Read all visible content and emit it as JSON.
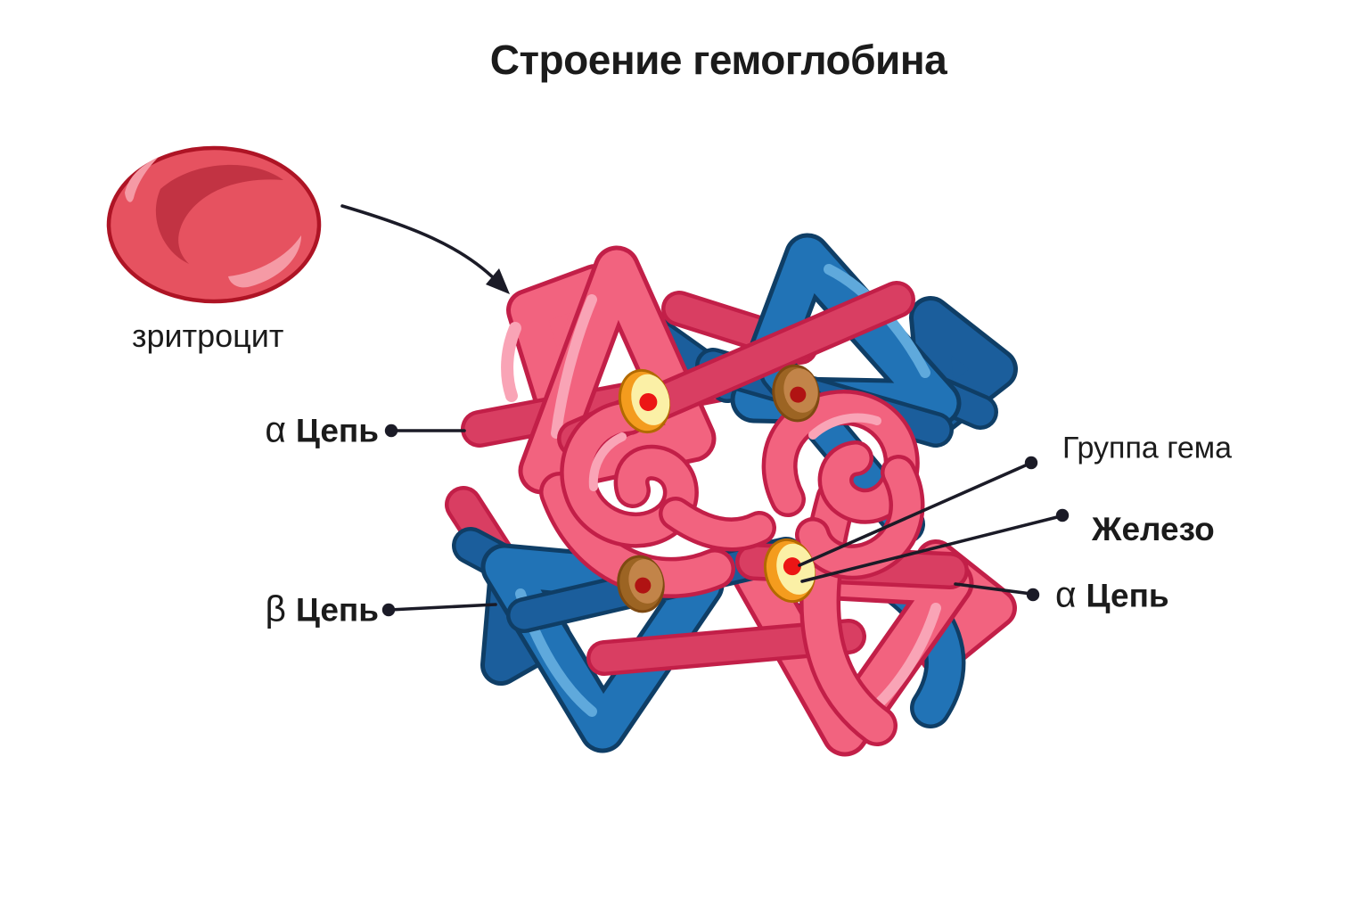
{
  "title": "Строение гемоглобина",
  "erythrocyte_label": "зритроцит",
  "labels": {
    "alpha_left_symbol": "α",
    "alpha_left_text": "Цепь",
    "beta_left_symbol": "β",
    "beta_left_text": "Цепь",
    "heme_group": "Группа гема",
    "iron": "Железо",
    "alpha_right_symbol": "α",
    "alpha_right_text": "Цепь"
  },
  "colors": {
    "alpha-pink": "#F2637F",
    "alpha-crimson": "#D93E62",
    "alpha-outline": "#C21F48",
    "alpha-light": "#F9A4B6",
    "beta-blue": "#2173B6",
    "beta-dark": "#1B5E9C",
    "beta-outline": "#0F3E66",
    "beta-light": "#5FA9DC",
    "heme-face": "#FBF0A6",
    "heme-rim": "#F49C1E",
    "heme-rim-outline": "#B26A00",
    "heme-brown-face": "#C28449",
    "heme-brown-rim": "#9C6423",
    "heme-brown-outline": "#7E4A12",
    "iron-red": "#EC1515",
    "iron-dark-red": "#B01313",
    "rbc-fill": "#E65260",
    "rbc-outline": "#AE1425",
    "rbc-shade": "#C23343",
    "rbc-light": "#F59AA5",
    "line-color": "#1B1B27",
    "text-color": "#1B1B1B"
  }
}
